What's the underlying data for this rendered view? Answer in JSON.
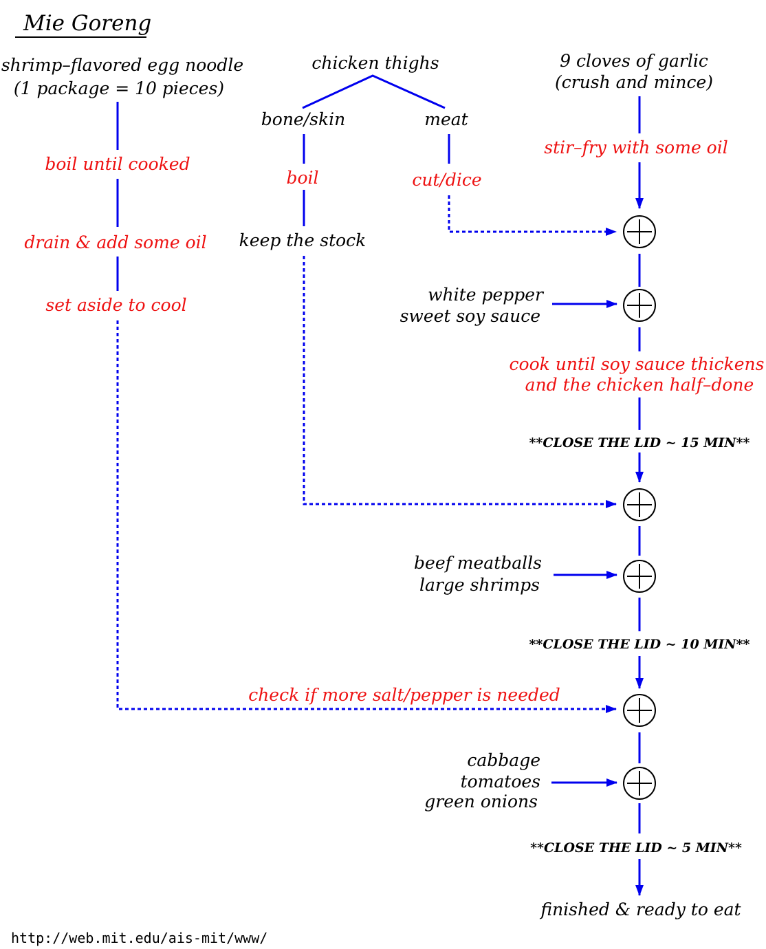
{
  "title": "Mie Goreng",
  "url": "http://web.mit.edu/ais-mit/www/",
  "colors": {
    "arrow": "#0000ee",
    "action_text": "#ee1111",
    "text": "#000000"
  },
  "noodle": {
    "line1": "shrimp–flavored egg noodle",
    "line2": "(1 package = 10 pieces)",
    "step1": "boil until cooked",
    "step2": "drain & add some oil",
    "step3": "set aside to cool"
  },
  "chicken": {
    "title": "chicken thighs",
    "bone": "bone/skin",
    "meat": "meat",
    "boil": "boil",
    "stock": "keep the stock",
    "cut": "cut/dice"
  },
  "garlic": {
    "line1": "9 cloves of garlic",
    "line2": "(crush and mince)",
    "step": "stir–fry with some oil"
  },
  "seasoning": {
    "line1": "white pepper",
    "line2": "sweet soy sauce"
  },
  "cook": {
    "line1": "cook until soy sauce thickens",
    "line2": "and the chicken half–done"
  },
  "lid1": "**CLOSE THE LID ~ 15 MIN**",
  "proteins": {
    "line1": "beef meatballs",
    "line2": "large shrimps"
  },
  "lid2": "**CLOSE THE LID ~ 10 MIN**",
  "check": "check if more salt/pepper is needed",
  "vegetables": {
    "line1": "cabbage",
    "line2": "tomatoes",
    "line3": "green onions"
  },
  "lid3": "**CLOSE THE LID ~ 5 MIN**",
  "final": "finished & ready to eat"
}
